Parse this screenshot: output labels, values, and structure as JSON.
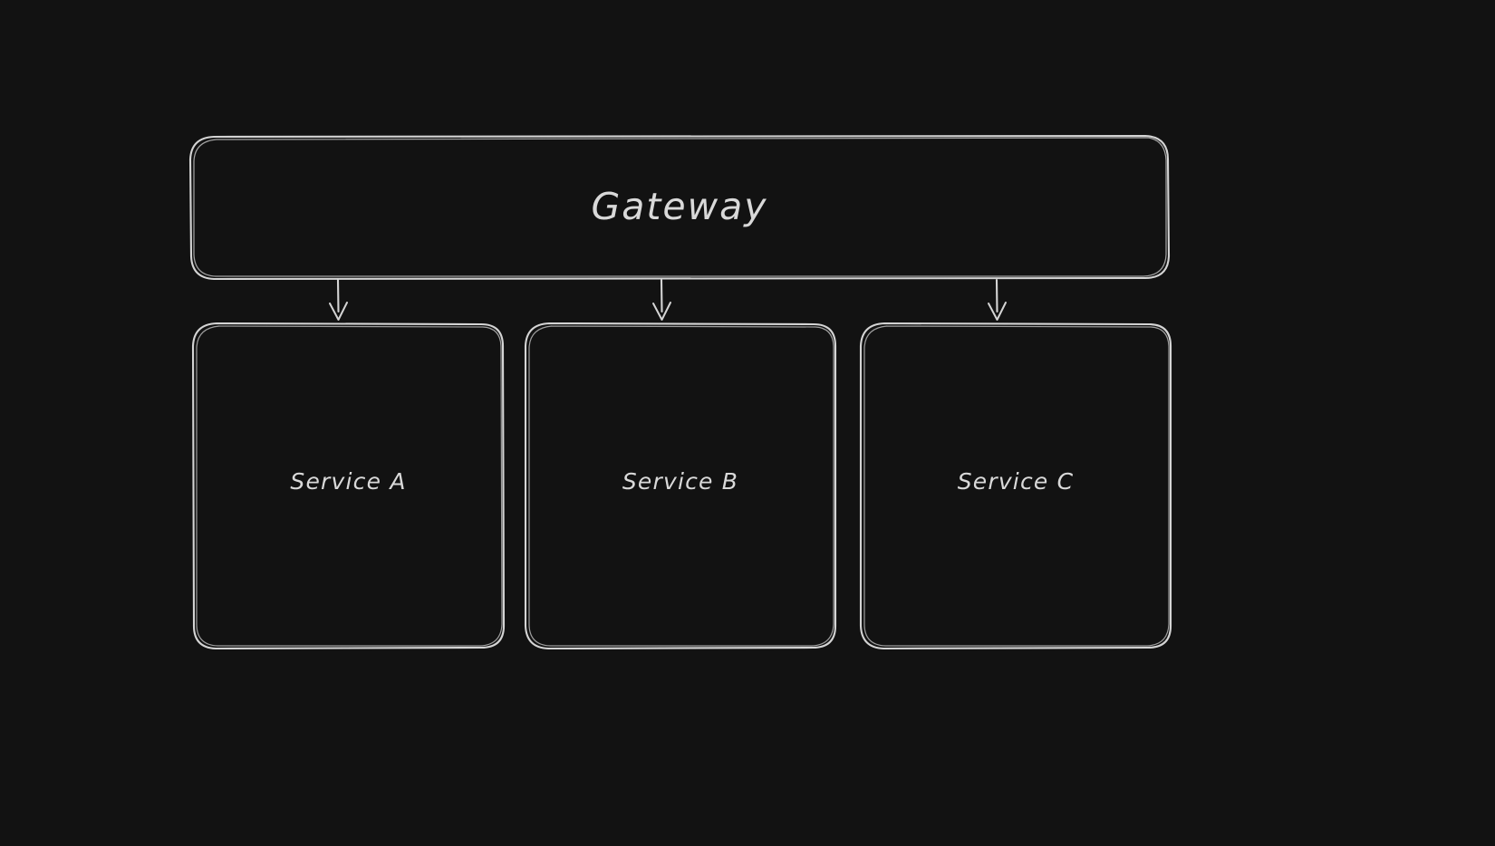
{
  "diagram": {
    "title_text": "Gateway",
    "background_color": "#121212",
    "stroke_color": "#d4d4d4",
    "text_color": "#d9d9d9",
    "style": "hand-drawn-sketch",
    "gateway": {
      "label": "Gateway",
      "shape": "rounded-rectangle"
    },
    "services": [
      {
        "label": "Service A",
        "shape": "rounded-rectangle"
      },
      {
        "label": "Service B",
        "shape": "rounded-rectangle"
      },
      {
        "label": "Service C",
        "shape": "rounded-rectangle"
      }
    ],
    "connectors": [
      {
        "from": "Gateway",
        "to": "Service A",
        "type": "arrow-down"
      },
      {
        "from": "Gateway",
        "to": "Service B",
        "type": "arrow-down"
      },
      {
        "from": "Gateway",
        "to": "Service C",
        "type": "arrow-down"
      }
    ]
  }
}
